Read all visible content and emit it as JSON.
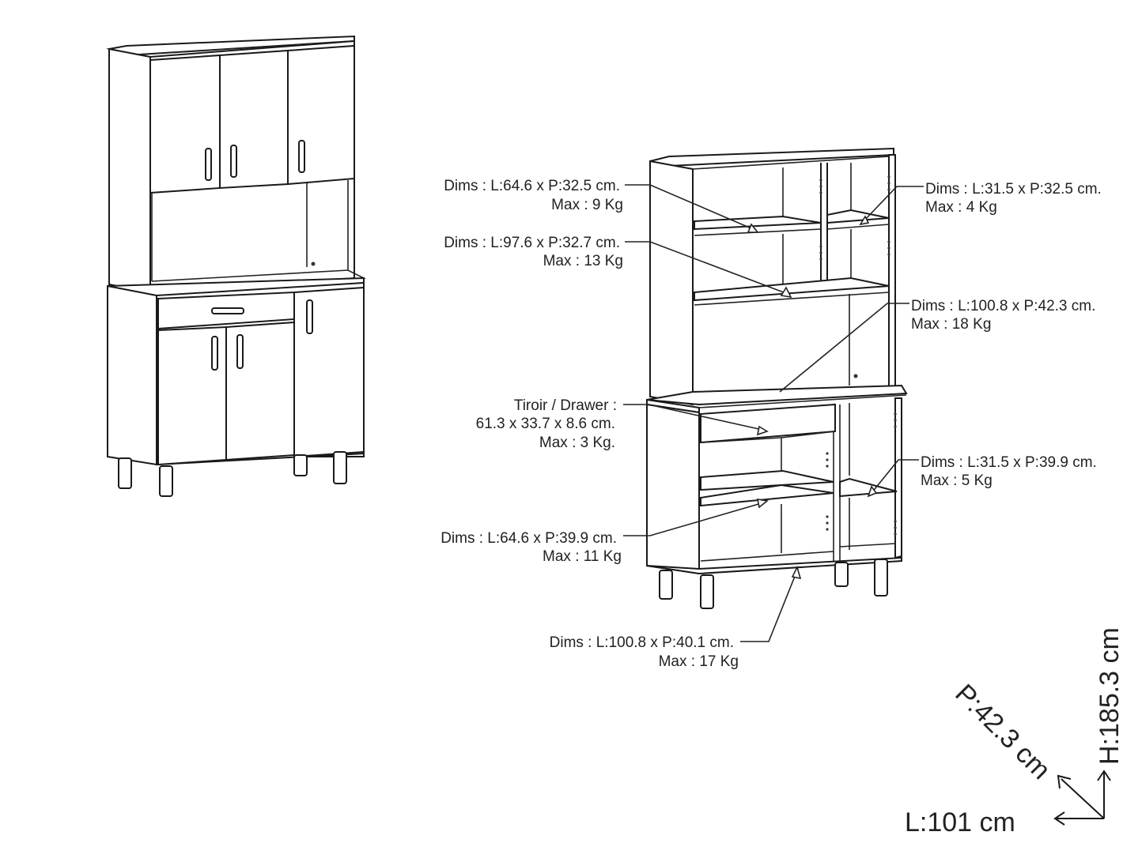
{
  "callouts": [
    {
      "id": "shelf-top-left",
      "line1": "Dims : L:64.6 x P:32.5 cm.",
      "line2": "Max : 9 Kg"
    },
    {
      "id": "shelf-top-right",
      "line1": "Dims : L:31.5 x P:32.5 cm.",
      "line2": "Max : 4 Kg"
    },
    {
      "id": "shelf-upper-full",
      "line1": "Dims : L:97.6 x P:32.7 cm.",
      "line2": "Max : 13 Kg"
    },
    {
      "id": "worktop",
      "line1": "Dims : L:100.8 x P:42.3 cm.",
      "line2": "Max : 18 Kg"
    },
    {
      "id": "drawer",
      "line1": "Tiroir / Drawer :",
      "line2": "61.3 x 33.7 x 8.6 cm.",
      "line3": "Max : 3 Kg."
    },
    {
      "id": "shelf-lower-right",
      "line1": "Dims : L:31.5 x P:39.9 cm.",
      "line2": "Max : 5 Kg"
    },
    {
      "id": "shelf-lower-left",
      "line1": "Dims : L:64.6 x P:39.9 cm.",
      "line2": "Max : 11 Kg"
    },
    {
      "id": "bottom-panel",
      "line1": "Dims : L:100.8 x P:40.1 cm.",
      "line2": "Max : 17 Kg"
    }
  ],
  "overall_dimensions": {
    "width": "L:101 cm",
    "depth": "P:42.3 cm",
    "height": "H:185.3 cm"
  }
}
